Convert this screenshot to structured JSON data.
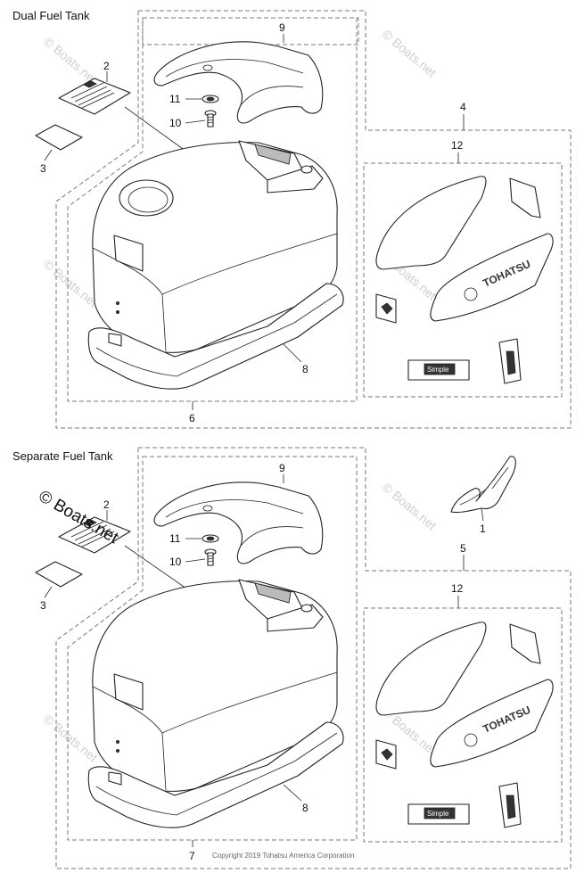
{
  "sections": [
    {
      "title": "Dual Fuel Tank"
    },
    {
      "title": "Separate Fuel Tank"
    }
  ],
  "callouts": {
    "top": {
      "p9": "9",
      "p2": "2",
      "p11": "11",
      "p10": "10",
      "p3": "3",
      "p4": "4",
      "p12": "12",
      "p8": "8",
      "p6": "6"
    },
    "bottom": {
      "p9": "9",
      "p2": "2",
      "p11": "11",
      "p10": "10",
      "p3": "3",
      "p1": "1",
      "p5": "5",
      "p12": "12",
      "p8": "8",
      "p7": "7"
    }
  },
  "decals": {
    "brand": "TOHATSU",
    "badge": "Simple"
  },
  "watermarks": {
    "small": "© Boats.net",
    "large": "© Boats.net"
  },
  "footer": {
    "copyright": "Copyright 2019 Tohatsu America Corporation"
  }
}
